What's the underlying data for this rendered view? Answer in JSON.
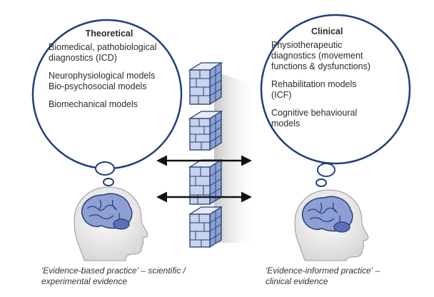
{
  "theoretical": {
    "title": "Theoretical",
    "item1_line1": "Biomedical, pathobiological",
    "item1_line2": "diagnostics (ICD)",
    "item2_line1": "Neurophysiological models",
    "item2_line2": "Bio-psychosocial models",
    "item3": "Biomechanical models",
    "caption_line1": "'Evidence-based practice' – scientific /",
    "caption_line2": "experimental evidence"
  },
  "clinical": {
    "title": "Clinical",
    "item1_line1": "Physiotherapeutic",
    "item1_line2": "diagnostics (movement",
    "item1_line3": "functions & dysfunctions)",
    "item2_line1": "Rehabilitation models",
    "item2_line2": "(ICF)",
    "item3_line1": "Cognitive behavioural",
    "item3_line2": "models",
    "caption_line1": "'Evidence-informed practice' –",
    "caption_line2": "clinical evidence"
  },
  "colors": {
    "outline": "#1f3f7a",
    "brick_front": "#c9d3ec",
    "brick_side": "#8e9fcf",
    "brick_top": "#e6ebf7",
    "brain": "#7f8ec9",
    "head_fill": "#f2f2f2",
    "arrow": "#111111"
  }
}
